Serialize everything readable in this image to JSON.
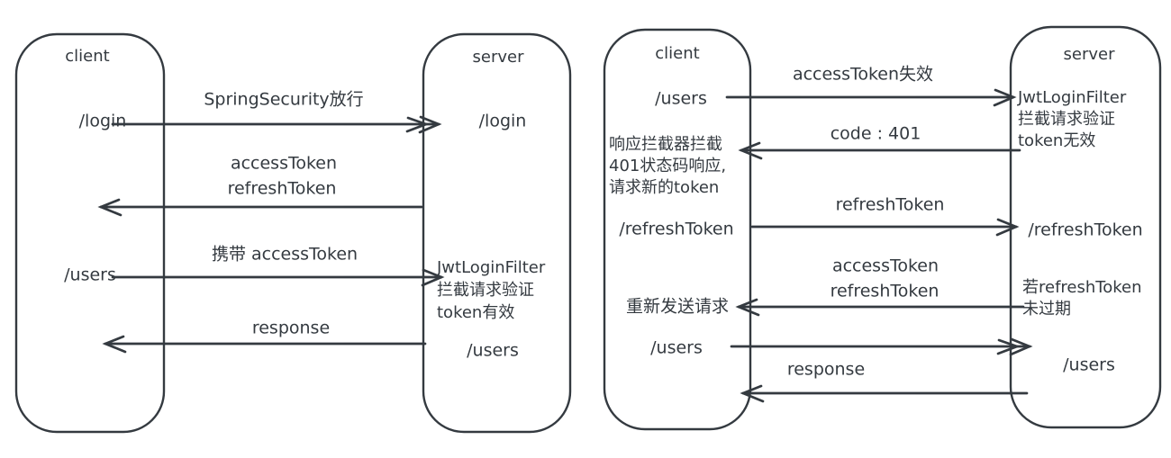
{
  "colors": {
    "stroke": "#343a40",
    "background": "#ffffff"
  },
  "left": {
    "client_title": "client",
    "server_title": "server",
    "client_login": "/login",
    "server_login": "/login",
    "client_users": "/users",
    "server_users": "/users",
    "server_note": "JwtLoginFilter\n拦截请求验证\ntoken有效",
    "msg1": "SpringSecurity放行",
    "msg2_line1": "accessToken",
    "msg2_line2": "refreshToken",
    "msg3": "携带 accessToken",
    "msg4": "response"
  },
  "right": {
    "client_title": "client",
    "server_title": "server",
    "client_users1": "/users",
    "msg1": "accessToken失效",
    "server_note1": "JwtLoginFilter\n拦截请求验证\ntoken无效",
    "msg2": "code : 401",
    "client_note1": "响应拦截器拦截\n401状态码响应,\n请求新的token",
    "client_refresh": "/refreshToken",
    "msg3": "refreshToken",
    "server_refresh": "/refreshToken",
    "msg4_line1": "accessToken",
    "msg4_line2": "refreshToken",
    "server_note2": "若refreshToken\n未过期",
    "client_note2": "重新发送请求",
    "client_users2": "/users",
    "server_users": "/users",
    "msg5": "response"
  }
}
